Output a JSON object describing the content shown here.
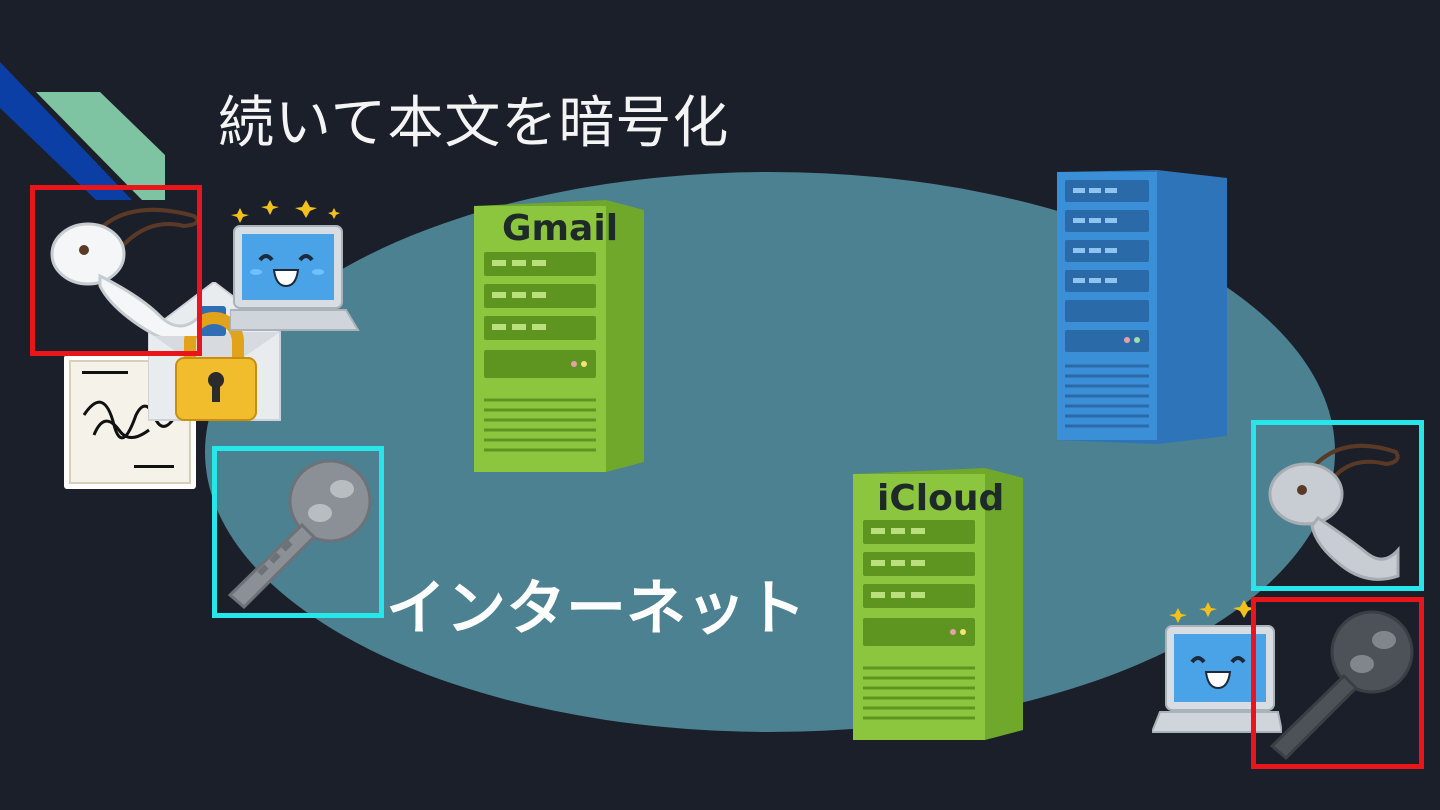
{
  "slide": {
    "title": "続いて本文を暗号化",
    "network_label": "インターネット",
    "servers": {
      "gmail_label": "Gmail",
      "icloud_label": "iCloud"
    }
  },
  "colors": {
    "background": "#1b1f2a",
    "network_ellipse": "#4b8190",
    "server_green": "#8cc63f",
    "server_blue": "#3b8fd6",
    "highlight_red": "#e8161b",
    "highlight_cyan": "#27e6e9",
    "accent_blue": "#0b3fa6",
    "accent_green": "#7ec3a2"
  }
}
